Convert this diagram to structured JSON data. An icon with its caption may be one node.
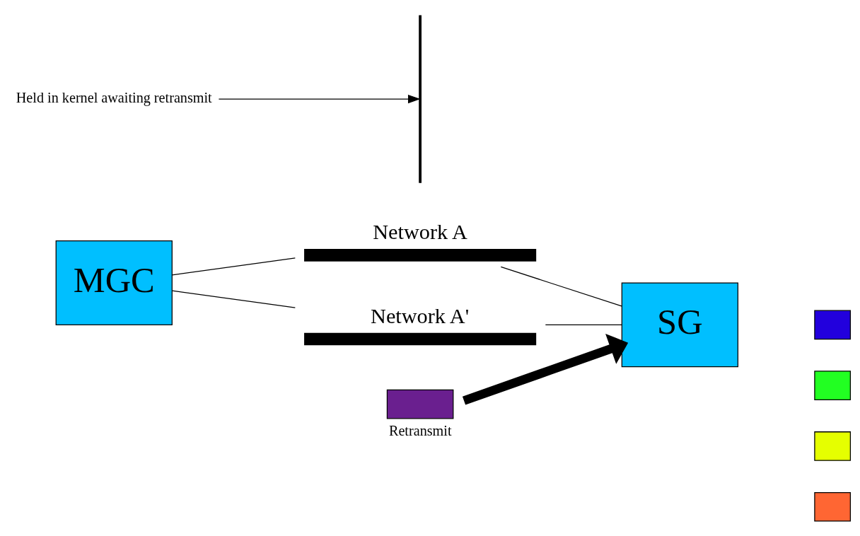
{
  "diagram": {
    "nodes": [
      {
        "text": [
          "MGC"
        ]
      },
      {
        "text": [
          "Network A"
        ]
      },
      {
        "text": [
          "Network A'"
        ]
      },
      {
        "text": [
          "SG"
        ]
      },
      {
        "text": [],
        "shape": "box",
        "beside": [
          "Retransmit"
        ]
      },
      {
        "text": [],
        "shape": "box"
      },
      {
        "text": [],
        "shape": "box"
      },
      {
        "text": [],
        "shape": "box"
      },
      {
        "text": [],
        "shape": "box"
      },
      {
        "text": [
          "Held in kernel awaiting retransmit"
        ]
      },
      {
        "text": [],
        "shape": "bar"
      }
    ],
    "edges": [
      {
        "from": 0,
        "to": 1,
        "arrow": "none"
      },
      {
        "from": 0,
        "to": 2,
        "arrow": "none"
      },
      {
        "from": 1,
        "to": 3,
        "arrow": "none"
      },
      {
        "from": 2,
        "to": 3,
        "arrow": "none"
      },
      {
        "from": 4,
        "to": 3,
        "arrow": "to",
        "style": "thick"
      },
      {
        "from": 9,
        "to": 10,
        "arrow": "to"
      }
    ]
  }
}
